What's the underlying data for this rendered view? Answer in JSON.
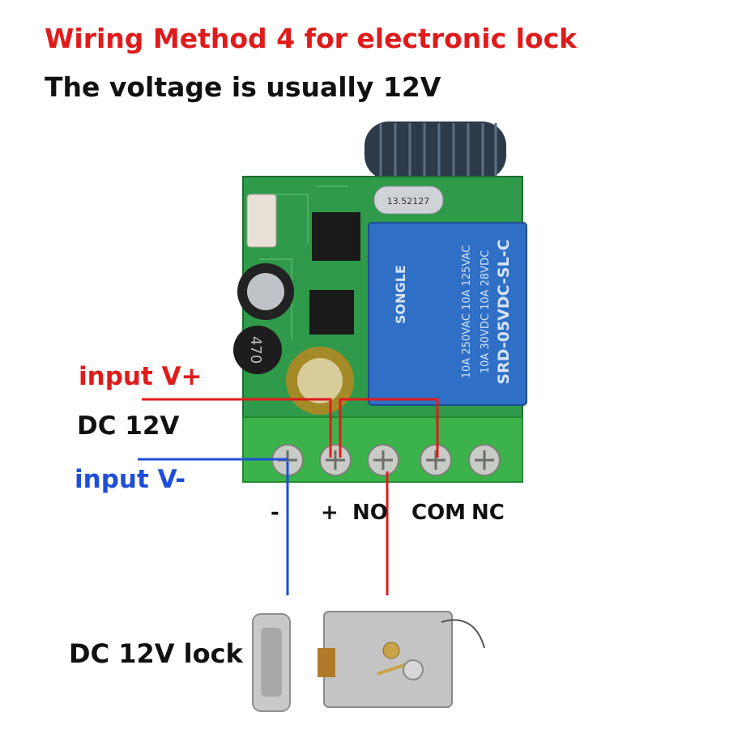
{
  "title": "Wiring Method 4 for electronic lock",
  "subtitle": "The voltage is usually 12V",
  "power": {
    "vplus_label": "input V+",
    "dc_label": "DC 12V",
    "vminus_label": "input V-"
  },
  "terminals": {
    "minus": "-",
    "plus": "+",
    "no": "NO",
    "com": "COM",
    "nc": "NC"
  },
  "relay": {
    "brand": "SONGLE",
    "model": "SRD-05VDC-SL-C",
    "rating_1": "10A 250VAC  10A 125VAC",
    "rating_2": "10A 30VDC  10A 28VDC",
    "crystal": "13.52127",
    "inductor": "470"
  },
  "lock_label": "DC 12V lock",
  "colors": {
    "positive_wire": "#e01b1b",
    "negative_wire": "#1e4fd8",
    "pcb": "#2f9a4a",
    "relay": "#2f6fc6",
    "terminal_block": "#3bb34a"
  }
}
